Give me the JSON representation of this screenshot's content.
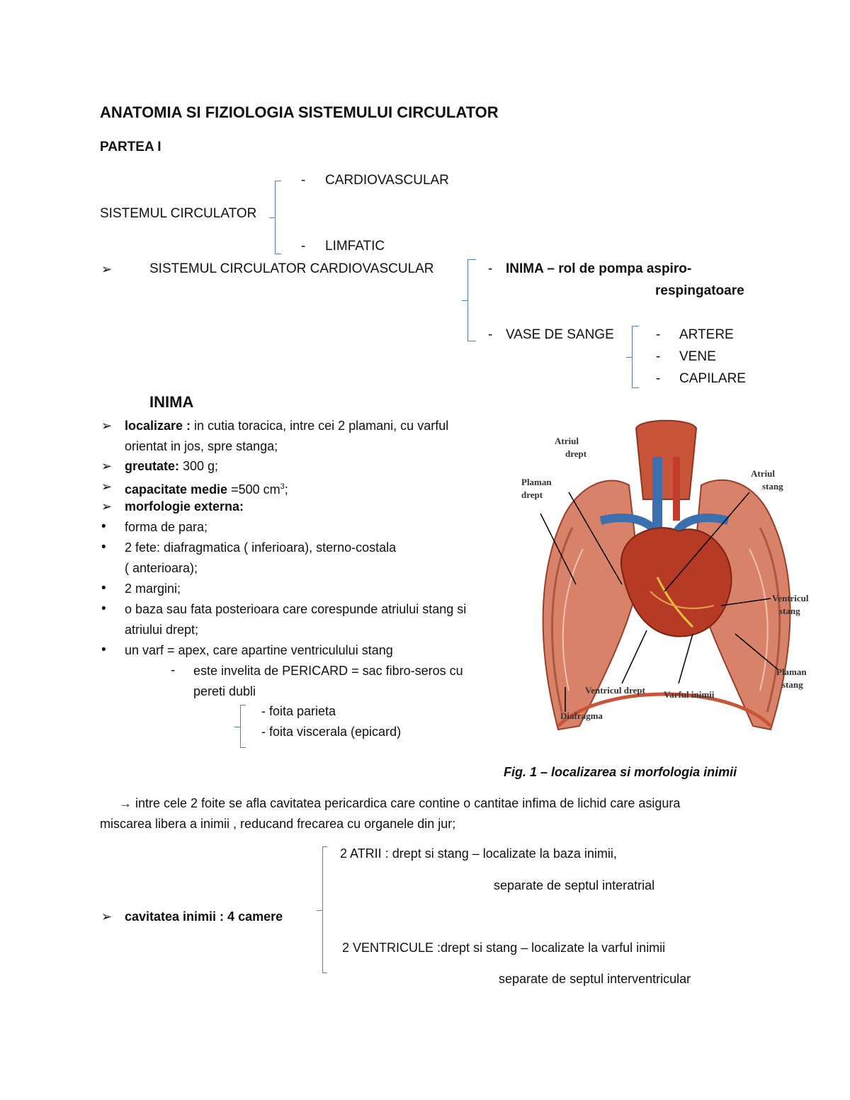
{
  "header": {
    "title": "ANATOMIA SI FIZIOLOGIA SISTEMULUI CIRCULATOR",
    "part": "PARTEA I"
  },
  "circulatory": {
    "label": "SISTEMUL CIRCULATOR",
    "branch_1": "CARDIOVASCULAR",
    "branch_2": "LIMFATIC",
    "dash": "-"
  },
  "cardiovascular": {
    "label": "SISTEMUL CIRCULATOR CARDIOVASCULAR",
    "inima": "INIMA – rol de pompa aspiro-",
    "inima_cont": "respingatoare",
    "vase": "VASE DE SANGE",
    "vessels": [
      "ARTERE",
      "VENE",
      "CAPILARE"
    ]
  },
  "heart": {
    "heading": "INIMA",
    "loc_label": "localizare :",
    "loc_text": " in cutia toracica, intre cei 2 plamani, cu varful",
    "loc_text_2": "orientat in jos, spre stanga;",
    "weight_label": "greutate:",
    "weight_text": " 300 g;",
    "cap_label": "capacitate medie",
    "cap_text": " =500 cm",
    "cap_sup": "3",
    "cap_end": ";",
    "morph_label": "morfologie externa:",
    "bullets": [
      "forma de para;",
      "2 fete: diafragmatica ( inferioara), sterno-costala",
      "( anterioara);",
      "2 margini;",
      "o baza sau fata posterioara care corespunde atriului stang si",
      "atriului drept;",
      "un varf = apex, care apartine ventriculului stang"
    ],
    "pericard": "este invelita de PERICARD = sac fibro-seros cu",
    "pericard_2": "pereti dubli",
    "foita_1": "- foita parieta",
    "foita_2": "- foita viscerala (epicard)"
  },
  "figure": {
    "caption": "Fig. 1 – localizarea si morfologia inimii",
    "labels": {
      "atriul_drept": [
        "Atriul",
        "drept"
      ],
      "plaman_drept": [
        "Plaman",
        "drept"
      ],
      "atriul_stang": [
        "Atriul",
        "stang"
      ],
      "ventricul_stang": [
        "Ventricul",
        "stang"
      ],
      "plaman_stang": [
        "Plaman",
        "stang"
      ],
      "ventricul_drept": "Ventricul drept",
      "varful_inimii": "Varful inimii",
      "diafragma": "Diafragma"
    }
  },
  "pericardic": {
    "line_1": "→ intre cele 2 foite se afla cavitatea pericardica care contine o cantitae infima de lichid care asigura",
    "line_2": "miscarea libera a inimii , reducand frecarea cu organele din jur;"
  },
  "cavity": {
    "label": "cavitatea inimii : 4 camere",
    "atrii": "2 ATRII : drept si stang – localizate la baza inimii,",
    "atrii_2": "separate de septul interatrial",
    "ventricule": "2 VENTRICULE :drept si stang – localizate la varful inimii",
    "ventricule_2": "separate de septul interventricular"
  },
  "colors": {
    "brace": "#4f81bd",
    "muscle": "#c8553a",
    "vessel": "#3b6fb0"
  }
}
